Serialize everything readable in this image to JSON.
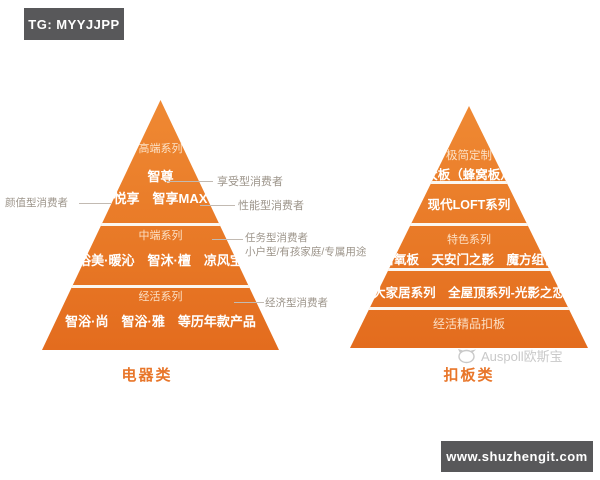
{
  "badges": {
    "tg": "TG: MYYJJPP",
    "site": "www.shuzhengit.com"
  },
  "watermark": {
    "brand": "Auspoll欧斯宝"
  },
  "colors": {
    "pyramid_orange": "#e8782a",
    "badge_gray": "#58585a",
    "category_text": "#e8762a",
    "callout_text": "#9c948a",
    "divider_white": "#fbf7f1"
  },
  "left_pyramid": {
    "category": "电器类",
    "tier1": {
      "series": "高端系列",
      "row1": "智尊",
      "row2": "悦享　智享MAX"
    },
    "tier2": {
      "series": "中端系列",
      "row1": "浴美·暖沁　智沐·檀　凉风宝"
    },
    "tier3": {
      "series": "经活系列",
      "row1": "智浴·尚　智浴·雅　等历年款产品"
    },
    "callout_left": "颜值型消费者",
    "callout_right1": "享受型消费者",
    "callout_right2": "性能型消费者",
    "callout_right3a": "任务型消费者",
    "callout_right3b": "小户型/有孩家庭/专属用途",
    "callout_right4": "经济型消费者"
  },
  "right_pyramid": {
    "category": "扣板类",
    "tier1": {
      "row1": "极简定制",
      "row2": "大板（蜂窝板）"
    },
    "tier2": {
      "row1": "现代LOFT系列"
    },
    "tier3": {
      "series": "特色系列",
      "row1": "富氧板　天安门之影　魔方组合"
    },
    "tier4": {
      "row1": "大家居系列　全屋顶系列-光影之恋"
    },
    "tier5": {
      "row1": "经活精品扣板"
    }
  }
}
